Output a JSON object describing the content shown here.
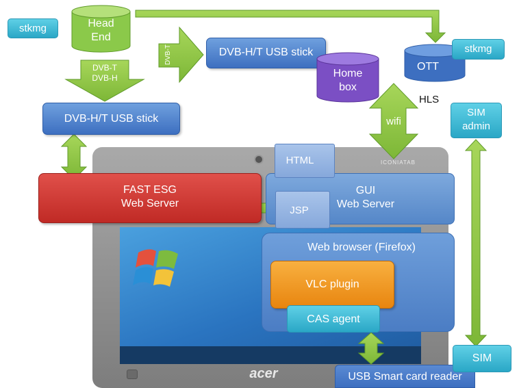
{
  "labels": {
    "stkmg_left": "stkmg",
    "head_end": [
      "Head",
      "End"
    ],
    "dvb_td_h": [
      "DVB-T",
      "DVB-H"
    ],
    "dvb_t_vertical": "DVB-T",
    "usb_stick_top": "DVB-H/T USB stick",
    "usb_stick_left": "DVB-H/T USB stick",
    "home_box": [
      "Home",
      "box"
    ],
    "ott": "OTT",
    "stkmg_right": "stkmg",
    "hls": "HLS",
    "wifi": "wifi",
    "sim_admin": [
      "SIM",
      "admin"
    ],
    "html": "HTML",
    "jsp": "JSP",
    "fast_esg": [
      "FAST ESG",
      "Web Server"
    ],
    "gui": [
      "GUI",
      "Web Server"
    ],
    "web_browser": "Web browser (Firefox)",
    "vlc_plugin": "VLC plugin",
    "cas_agent": "CAS agent",
    "sim": "SIM",
    "usb_reader": "USB Smart card reader",
    "device_brand": "acer",
    "tablet_brand": "ICONIATAB"
  },
  "colors": {
    "arrow_green": "#8cc63f",
    "arrow_green_dark": "#5f9a2a",
    "teal": "#2aa7c6",
    "blue": "#3d6fc0",
    "red": "#d83a33",
    "orange": "#f39a1e",
    "purple": "#7b4fc4"
  }
}
